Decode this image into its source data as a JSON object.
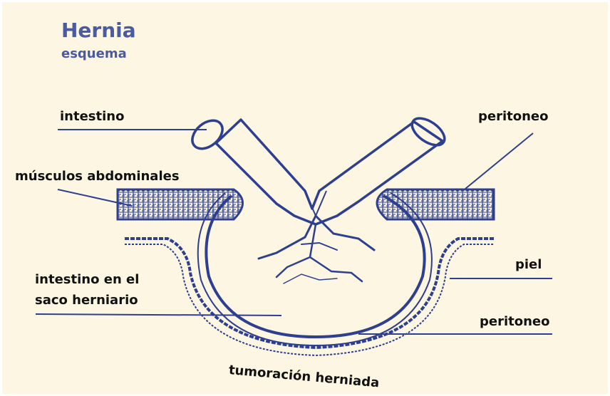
{
  "header": {
    "title": "Hernia",
    "subtitle": "esquema"
  },
  "labels": {
    "intestino": "intestino",
    "peritoneo_top": "peritoneo",
    "musculos": "músculos abdominales",
    "intestino_saco_line1": "intestino en el",
    "intestino_saco_line2": "saco herniario",
    "piel": "piel",
    "peritoneo_bottom": "peritoneo",
    "tumoracion": "tumoración herniada"
  },
  "colors": {
    "background": "#fcf6e2",
    "accent": "#4a5aa3",
    "drawing": "#2e3f8f",
    "text": "#111111"
  }
}
